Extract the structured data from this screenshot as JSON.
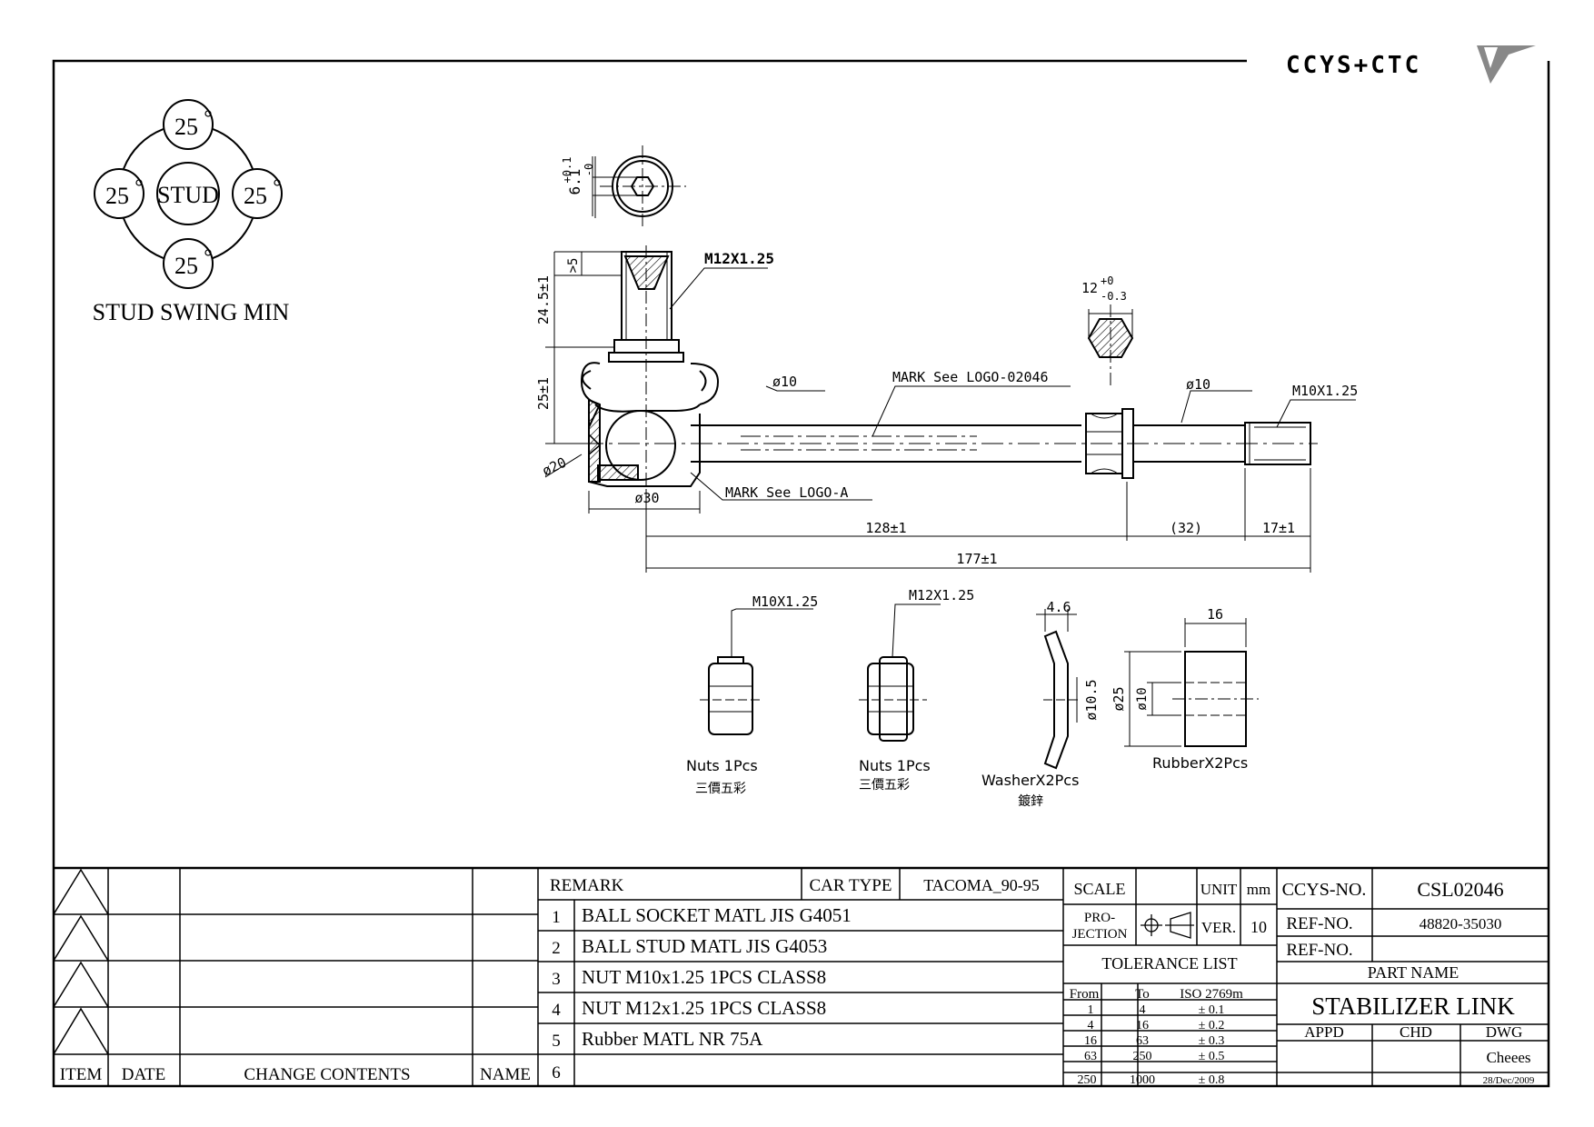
{
  "logo": {
    "text": "CCYS+CTC"
  },
  "swing": {
    "stud": "STUD",
    "top": "25",
    "left": "25",
    "right": "25",
    "bottom": "25",
    "caption": "STUD SWING MIN"
  },
  "main": {
    "tol_61": "6.1",
    "tol_61_plus": "+0.1",
    "tol_61_minus": "-0",
    "thread_m12": "M12X1.25",
    "dim_5": ">5",
    "dim_245": "24.5±1",
    "dim_25": "25±1",
    "dia10_left": "ø10",
    "dia10_right": "ø10",
    "dia20": "ø20",
    "dia30": "ø30",
    "mark_logo": "MARK See LOGO-02046",
    "mark_logo_a": "MARK See LOGO-A",
    "hex12": "12",
    "hex12_plus": "+0",
    "hex12_minus": "-0.3",
    "thread_m10": "M10X1.25",
    "dim_128": "128±1",
    "dim_32": "(32)",
    "dim_17": "17±1",
    "dim_177": "177±1"
  },
  "parts": {
    "nut1_thread": "M10X1.25",
    "nut1_label": "Nuts 1Pcs",
    "nut1_sub": "三價五彩",
    "nut2_thread": "M12X1.25",
    "nut2_label": "Nuts 1Pcs",
    "nut2_sub": "三價五彩",
    "washer_dim": "4.6",
    "washer_dia": "ø10.5",
    "washer_label": "WasherX2Pcs",
    "washer_sub": "鍍鋅",
    "rubber_dim": "16",
    "rubber_d25": "ø25",
    "rubber_d10": "ø10",
    "rubber_label": "RubberX2Pcs"
  },
  "revisions": {
    "headers": {
      "item": "ITEM",
      "date": "DATE",
      "contents": "CHANGE CONTENTS",
      "name": "NAME"
    }
  },
  "remarks": {
    "header": "REMARK",
    "car_type_label": "CAR TYPE",
    "car_type": "TACOMA_90-95",
    "rows": [
      {
        "no": "1",
        "text": "BALL SOCKET MATL JIS G4051"
      },
      {
        "no": "2",
        "text": "BALL STUD MATL JIS G4053"
      },
      {
        "no": "3",
        "text": "NUT M10x1.25 1PCS CLASS8"
      },
      {
        "no": "4",
        "text": "NUT M12x1.25 1PCS CLASS8"
      },
      {
        "no": "5",
        "text": "Rubber MATL NR 75A"
      },
      {
        "no": "6",
        "text": ""
      }
    ]
  },
  "spec": {
    "scale_label": "SCALE",
    "scale_value": "",
    "unit_label": "UNIT",
    "unit_value": "mm",
    "projection_label_1": "PRO-",
    "projection_label_2": "JECTION",
    "ver_label": "VER.",
    "ver_value": "10",
    "tol_title": "TOLERANCE LIST",
    "tol_headers": {
      "from": "From",
      "to": "To",
      "iso": "ISO 2769m"
    },
    "tol_rows": [
      {
        "from": "1",
        "to": "4",
        "tol": "± 0.1"
      },
      {
        "from": "4",
        "to": "16",
        "tol": "± 0.2"
      },
      {
        "from": "16",
        "to": "63",
        "tol": "± 0.3"
      },
      {
        "from": "63",
        "to": "250",
        "tol": "± 0.5"
      },
      {
        "from": "250",
        "to": "1000",
        "tol": "± 0.8"
      }
    ]
  },
  "title_block": {
    "ccys_label": "CCYS-NO.",
    "ccys_value": "CSL02046",
    "ref1_label": "REF-NO.",
    "ref1_value": "48820-35030",
    "ref2_label": "REF-NO.",
    "ref2_value": "",
    "part_name_label": "PART NAME",
    "part_name": "STABILIZER LINK",
    "appd": "APPD",
    "chd": "CHD",
    "dwg": "DWG",
    "drawer": "Cheees",
    "date": "28/Dec/2009"
  }
}
